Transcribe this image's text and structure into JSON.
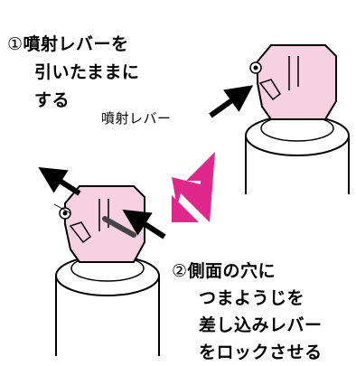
{
  "step1": {
    "number": "①",
    "lines": [
      "噴射レバーを",
      "引いたままに",
      "する"
    ]
  },
  "lever_label": "噴射レバー",
  "step2": {
    "number": "②",
    "lines": [
      "側面の穴に",
      "つまようじを",
      "差し込みレバー",
      "をロックさせる"
    ]
  },
  "colors": {
    "nozzle_fill": "#f7d0e2",
    "big_arrow": "#e0288c",
    "line": "#000000"
  },
  "icons": {
    "big_arrow": "diagonal-down-left-arrow",
    "small_arrow": "black-arrow"
  }
}
